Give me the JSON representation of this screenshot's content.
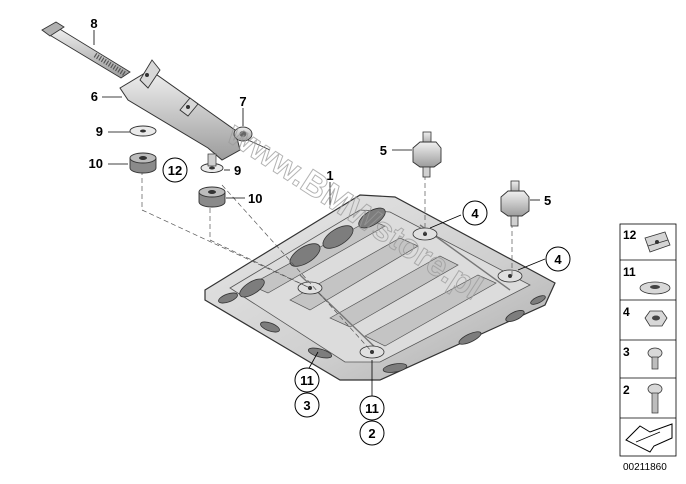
{
  "watermark": "www.BMWstore.pl",
  "diagram_code": "00211860",
  "callouts": {
    "c1": "1",
    "c2": "2",
    "c3": "3",
    "c4a": "4",
    "c4b": "4",
    "c5a": "5",
    "c5b": "5",
    "c6": "6",
    "c7": "7",
    "c8": "8",
    "c9a": "9",
    "c9b": "9",
    "c10a": "10",
    "c10b": "10",
    "c11a": "11",
    "c11b": "11",
    "c12": "12"
  },
  "legend": {
    "i12": "12",
    "i11": "11",
    "i4": "4",
    "i3": "3",
    "i2": "2"
  }
}
